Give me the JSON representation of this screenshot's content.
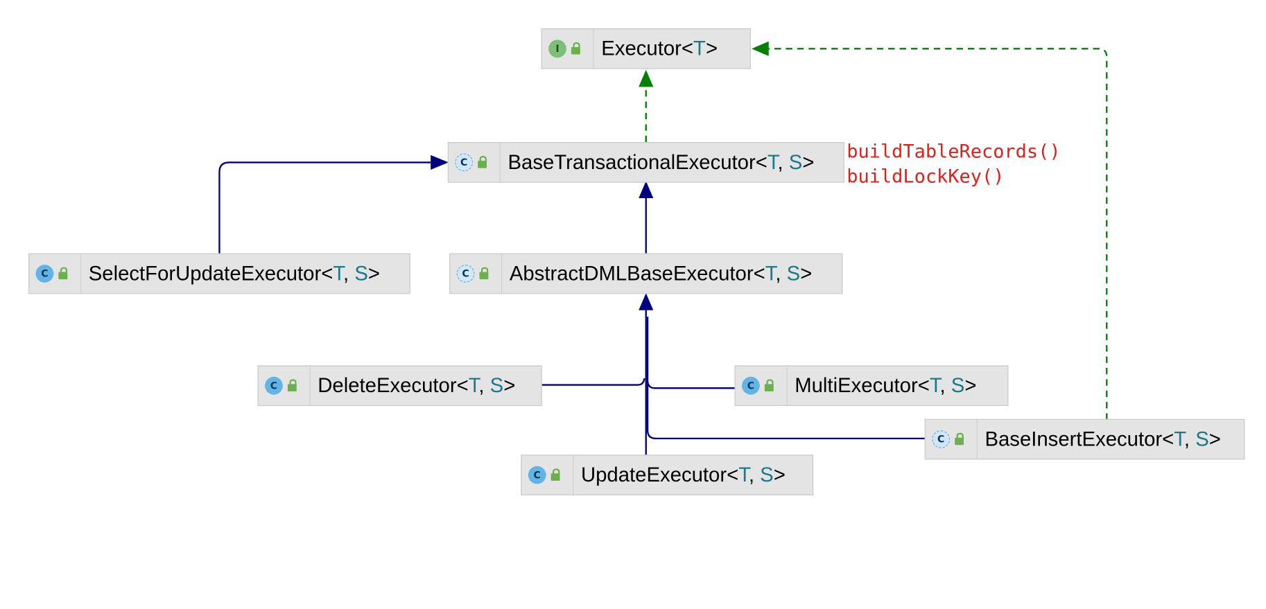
{
  "nodes": [
    {
      "id": "executor",
      "kind": "interface",
      "kind_letter": "I",
      "name": "Executor",
      "params": [
        "T"
      ]
    },
    {
      "id": "base-tx",
      "kind": "abstract",
      "kind_letter": "C",
      "name": "BaseTransactionalExecutor",
      "params": [
        "T",
        "S"
      ]
    },
    {
      "id": "select-update",
      "kind": "class",
      "kind_letter": "C",
      "name": "SelectForUpdateExecutor",
      "params": [
        "T",
        "S"
      ]
    },
    {
      "id": "abstract-dml",
      "kind": "abstract",
      "kind_letter": "C",
      "name": "AbstractDMLBaseExecutor",
      "params": [
        "T",
        "S"
      ]
    },
    {
      "id": "delete",
      "kind": "class",
      "kind_letter": "C",
      "name": "DeleteExecutor",
      "params": [
        "T",
        "S"
      ]
    },
    {
      "id": "multi",
      "kind": "class",
      "kind_letter": "C",
      "name": "MultiExecutor",
      "params": [
        "T",
        "S"
      ]
    },
    {
      "id": "base-insert",
      "kind": "abstract",
      "kind_letter": "C",
      "name": "BaseInsertExecutor",
      "params": [
        "T",
        "S"
      ]
    },
    {
      "id": "update",
      "kind": "class",
      "kind_letter": "C",
      "name": "UpdateExecutor",
      "params": [
        "T",
        "S"
      ]
    }
  ],
  "note": {
    "lines": [
      "buildTableRecords()",
      "buildLockKey()"
    ]
  },
  "colors": {
    "extends": "#00007f",
    "implements": "#008000",
    "note": "#e0201b",
    "type_param": "#1b7a8a",
    "node_bg": "#e4e4e4"
  }
}
